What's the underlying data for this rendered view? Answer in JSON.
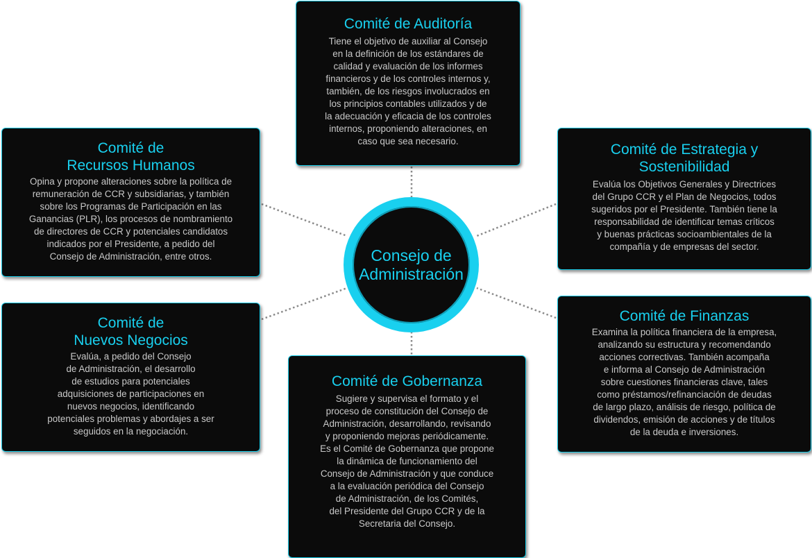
{
  "center": {
    "title": "Consejo de\nAdministración"
  },
  "committees": {
    "auditoria": {
      "title": "Comité de Auditoría",
      "description": "Tiene el objetivo de auxiliar al Consejo\nen la definición de los estándares de\ncalidad y evaluación de los informes\nfinancieros y de los controles internos y,\ntambién, de los riesgos involucrados en\nlos principios contables utilizados y de\nla adecuación y eficacia de los controles\ninternos, proponiendo alteraciones, en\ncaso que sea necesario."
    },
    "recursos_humanos": {
      "title": "Comité de\nRecursos Humanos",
      "description": "Opina y propone alteraciones sobre la política de\nremuneración de CCR y subsidiarias, y también\nsobre los Programas de Participación en las\nGanancias (PLR), los procesos de nombramiento\nde directores de CCR y potenciales candidatos\nindicados por el Presidente, a pedido del\nConsejo de Administración, entre otros."
    },
    "estrategia": {
      "title": "Comité de Estrategia y\nSostenibilidad",
      "description": "Evalúa los Objetivos Generales y Directrices\ndel Grupo CCR y el Plan de Negocios, todos\nsugeridos por el Presidente. También tiene la\nresponsabilidad de identificar temas críticos\ny buenas prácticas socioambientales de la\ncompañía y de empresas del sector."
    },
    "nuevos_negocios": {
      "title": "Comité de\nNuevos Negocios",
      "description": "Evalúa, a pedido del Consejo\nde Administración, el desarrollo\nde estudios para potenciales\nadquisiciones de participaciones en\nnuevos negocios, identificando\npotenciales problemas y abordajes a ser\nseguidos en la negociación."
    },
    "finanzas": {
      "title": "Comité de Finanzas",
      "description": "Examina la política financiera de la empresa,\nanalizando su estructura y recomendando\nacciones correctivas. También acompaña\ne informa al Consejo de Administración\nsobre cuestiones financieras clave, tales\ncomo préstamos/refinanciación de deudas\nde largo plazo, análisis de riesgo, política de\ndividendos, emisión de acciones y de títulos\nde la deuda e inversiones."
    },
    "gobernanza": {
      "title": "Comité de Gobernanza",
      "description": "Sugiere y supervisa el formato y el\nproceso de constitución del Consejo de\nAdministración, desarrollando, revisando\ny proponiendo mejoras periódicamente.\nEs el Comité de Gobernanza que propone\nla dinámica de funcionamiento del\nConsejo de Administración y que conduce\na la evaluación periódica del Consejo\nde Administración, de los Comités,\ndel Presidente del Grupo CCR y de la\nSecretaria del Consejo."
    }
  },
  "colors": {
    "accent": "#19d0ef",
    "box_background": "#0b0b0b",
    "body_text": "#c9c9c9",
    "connector": "#8a8a8a"
  }
}
